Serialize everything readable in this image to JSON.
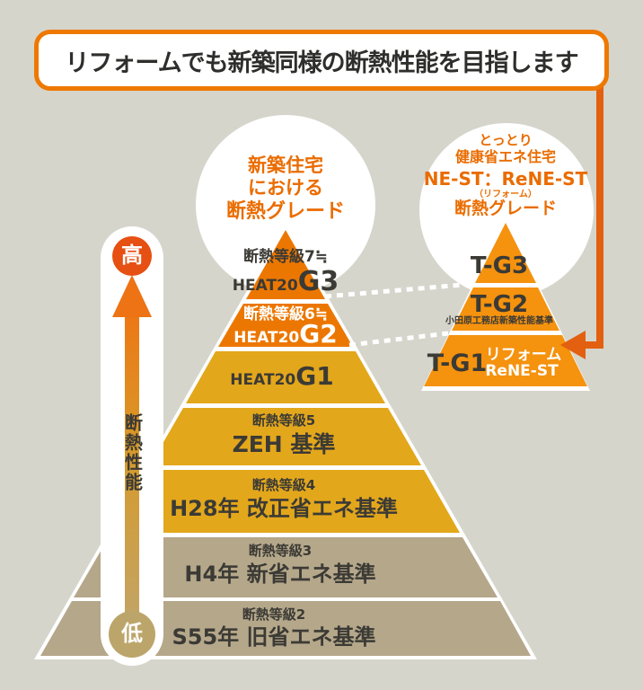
{
  "banner": {
    "title": "リフォームでも新築同様の断熱性能を目指します"
  },
  "left_circle": {
    "line1": "新築住宅",
    "line2": "における",
    "line3": "断熱グレード"
  },
  "right_circle": {
    "line1": "とっとり",
    "line2": "健康省エネ住宅",
    "line3": "NE-ST：ReNE-ST",
    "line4": "（リフォーム）",
    "line5": "断熱グレード"
  },
  "axis": {
    "high": "高",
    "low": "低",
    "label": "断熱性能"
  },
  "main_pyramid": {
    "layers": [
      {
        "grade": "断熱等級7≒",
        "name_small": "HEAT20",
        "name_big": "G3",
        "color": "#ec7700"
      },
      {
        "grade": "断熱等級6≒",
        "name_small": "HEAT20",
        "name_big": "G2",
        "color": "#ec7700"
      },
      {
        "name_small": "HEAT20",
        "name_big": "G1",
        "color": "#e3a71c"
      },
      {
        "grade": "断熱等級5",
        "name": "ZEH 基準",
        "color": "#e3a71c"
      },
      {
        "grade": "断熱等級4",
        "name": "H28年 改正省エネ基準",
        "color": "#e3a71c"
      },
      {
        "grade": "断熱等級3",
        "name": "H4年 新省エネ基準",
        "color": "#b5a78a"
      },
      {
        "grade": "断熱等級2",
        "name": "S55年 旧省エネ基準",
        "color": "#b5a78a"
      }
    ]
  },
  "right_pyramid": {
    "color": "#f5920e",
    "tiers": [
      {
        "label": "T-G3"
      },
      {
        "label": "T-G2",
        "note": "小田原工務店新築性能基準"
      },
      {
        "label": "T-G1",
        "sub_line1": "リフォーム",
        "sub_line2": "ReNE-ST"
      }
    ]
  },
  "colors": {
    "background": "#d5d5cc",
    "accent_orange": "#ee7800",
    "pyramid_orange": "#ec7700",
    "pyramid_gold": "#e3a71c",
    "pyramid_tan": "#b5a78a",
    "right_pyramid_orange": "#f5920e",
    "connector_arrow": "#e2600f",
    "high_circle": "#e65012",
    "low_circle": "#bca56a",
    "dark_text": "#3b3a35"
  }
}
